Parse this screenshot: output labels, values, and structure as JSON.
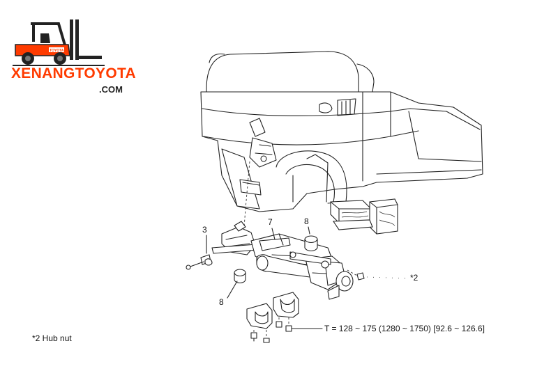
{
  "logo": {
    "brand": "XENANGTOYOTA",
    "domain": ".COM",
    "plate_text": "TOYOTA",
    "accent_color": "#ff3b00"
  },
  "callouts": {
    "label_3": "3",
    "label_7": "7",
    "label_8_top": "8",
    "label_8_bottom": "8",
    "label_star2": "*2"
  },
  "footnote": "*2 Hub nut",
  "torque_spec": "T = 128 ~ 175 (1280 ~ 1750) [92.6 ~ 126.6]"
}
